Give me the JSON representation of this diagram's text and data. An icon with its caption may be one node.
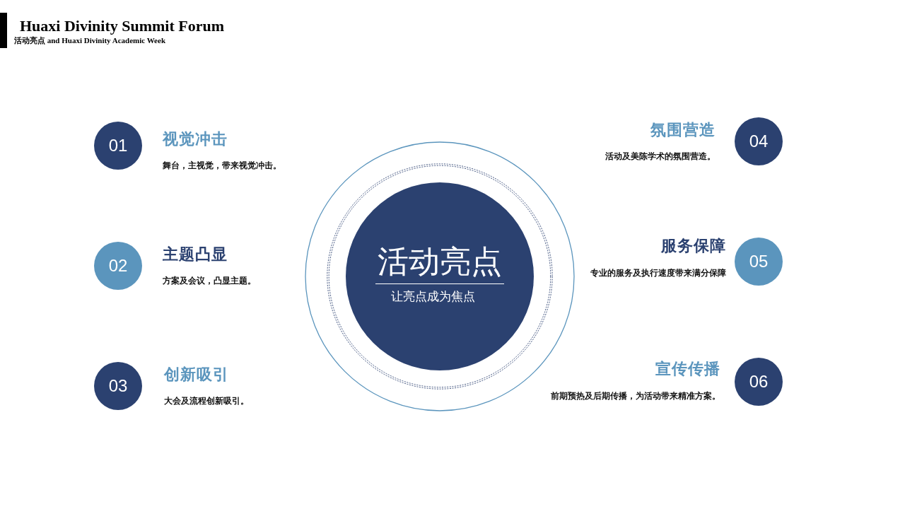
{
  "diagram": {
    "title": "Huaxi Divinity Summit Forum",
    "nodes": [
      {
        "text": [
          "活动亮点",
          "让亮点成为焦点"
        ]
      },
      {
        "text": [
          "01"
        ],
        "beside": [
          "视觉冲击",
          "舞台，主视觉，带来视觉冲击。"
        ]
      },
      {
        "text": [
          "02"
        ],
        "beside": [
          "主题凸显",
          "方案及会议，凸显主题。"
        ]
      },
      {
        "text": [
          "03"
        ],
        "beside": [
          "创新吸引",
          "大会及流程创新吸引。"
        ]
      },
      {
        "text": [
          "04"
        ],
        "beside": [
          "氛围营造",
          "活动及美陈学术的氛围营造。"
        ]
      },
      {
        "text": [
          "05"
        ],
        "beside": [
          "服务保障",
          "专业的服务及执行速度带来满分保障"
        ]
      },
      {
        "text": [
          "06"
        ],
        "beside": [
          "宣传传播",
          "前期预热及后期传播，为活动带来精准方案。"
        ]
      }
    ],
    "labels": [
      "活动亮点 and Huaxi Divinity Academic Week"
    ]
  }
}
